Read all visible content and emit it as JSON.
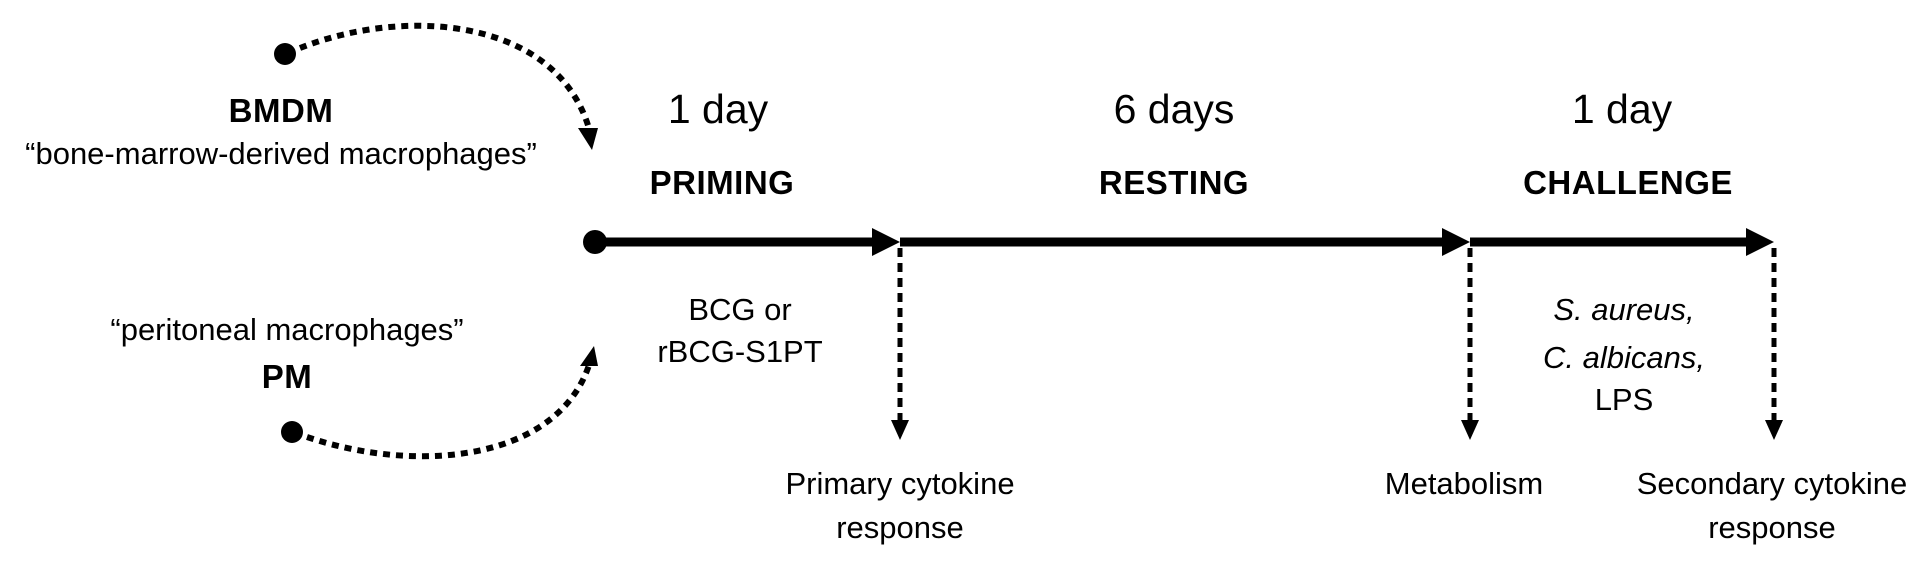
{
  "cells": {
    "bmdm": {
      "abbr": "BMDM",
      "full": "“bone-marrow-derived macrophages”"
    },
    "pm": {
      "abbr": "PM",
      "full": "“peritoneal macrophages”"
    }
  },
  "phases": [
    {
      "duration": "1 day",
      "name": "PRIMING",
      "stimulus": [
        "BCG or",
        "rBCG-S1PT"
      ]
    },
    {
      "duration": "6 days",
      "name": "RESTING",
      "stimulus": []
    },
    {
      "duration": "1 day",
      "name": "CHALLENGE",
      "stimulus": [
        "S. aureus,",
        "C. albicans,",
        "LPS"
      ]
    }
  ],
  "readouts": [
    {
      "lines": [
        "Primary cytokine",
        "response"
      ]
    },
    {
      "lines": [
        "Metabolism"
      ]
    },
    {
      "lines": [
        "Secondary cytokine",
        "response"
      ]
    }
  ],
  "colors": {
    "ink": "#000000",
    "background": "#ffffff"
  }
}
